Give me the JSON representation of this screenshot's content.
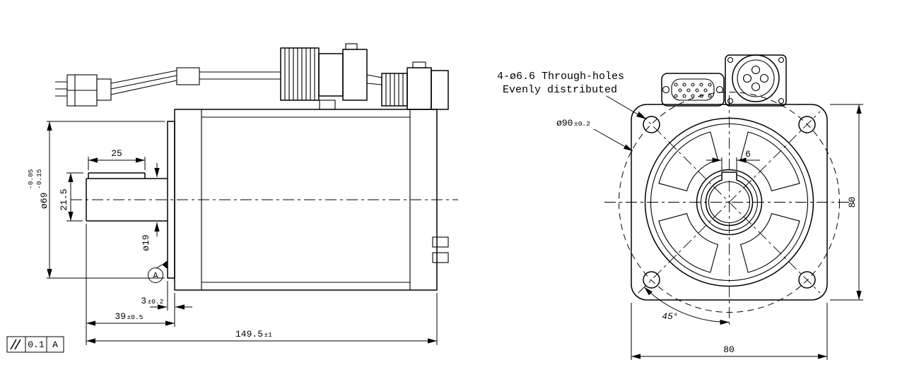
{
  "drawing_type": "servo-motor-outline-two-views",
  "colors": {
    "line": "#000000",
    "background": "#ffffff"
  },
  "side_view": {
    "key_length": "25",
    "key_height": "21.5",
    "pilot_dia": "ø69",
    "pilot_dia_tol_upper": "-0.05",
    "pilot_dia_tol_lower": "-0.15",
    "shaft_dia": "ø19",
    "pilot_protrusion": "3",
    "pilot_protrusion_tol": "±0.2",
    "shaft_length": "39",
    "shaft_length_tol": "±0.5",
    "total_length": "149.5",
    "total_length_tol": "±1",
    "datum": "A"
  },
  "front_view": {
    "holes_note_line1": "4-ø6.6 Through-holes",
    "holes_note_line2": "Evenly distributed",
    "bolt_circle_dia": "ø90",
    "bolt_circle_tol": "±0.2",
    "key_width": "6",
    "frame_height": "80",
    "frame_width": "80",
    "hole_angle": "45°"
  },
  "tolerance_frame": {
    "symbol_icon": "parallelism-icon",
    "tolerance": "0.1",
    "datum_ref": "A"
  }
}
